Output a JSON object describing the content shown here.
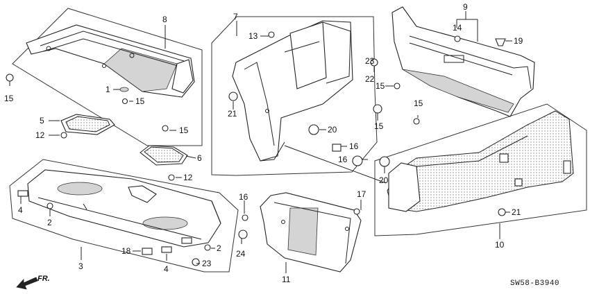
{
  "diagram_code": "SW58-B3940",
  "front_label": "FR.",
  "callouts": [
    {
      "id": "c8",
      "text": "8"
    },
    {
      "id": "c7",
      "text": "7"
    },
    {
      "id": "c9",
      "text": "9"
    },
    {
      "id": "c13",
      "text": "13"
    },
    {
      "id": "c14",
      "text": "14"
    },
    {
      "id": "c19",
      "text": "19"
    },
    {
      "id": "c15a",
      "text": "15"
    },
    {
      "id": "c1",
      "text": "1"
    },
    {
      "id": "c15b",
      "text": "15"
    },
    {
      "id": "c22",
      "text": "22"
    },
    {
      "id": "c23a",
      "text": "23"
    },
    {
      "id": "c15c",
      "text": "15"
    },
    {
      "id": "c15d",
      "text": "15"
    },
    {
      "id": "c21a",
      "text": "21"
    },
    {
      "id": "c15e",
      "text": "15"
    },
    {
      "id": "c5",
      "text": "5"
    },
    {
      "id": "c12a",
      "text": "12"
    },
    {
      "id": "c15f",
      "text": "15"
    },
    {
      "id": "c20a",
      "text": "20"
    },
    {
      "id": "c16a",
      "text": "16"
    },
    {
      "id": "c16b",
      "text": "16"
    },
    {
      "id": "c6",
      "text": "6"
    },
    {
      "id": "c20b",
      "text": "20"
    },
    {
      "id": "c12b",
      "text": "12"
    },
    {
      "id": "c17",
      "text": "17"
    },
    {
      "id": "c16c",
      "text": "16"
    },
    {
      "id": "c4a",
      "text": "4"
    },
    {
      "id": "c2a",
      "text": "2"
    },
    {
      "id": "c21b",
      "text": "21"
    },
    {
      "id": "c24",
      "text": "24"
    },
    {
      "id": "c10",
      "text": "10"
    },
    {
      "id": "c3",
      "text": "3"
    },
    {
      "id": "c2b",
      "text": "2"
    },
    {
      "id": "c18",
      "text": "18"
    },
    {
      "id": "c23b",
      "text": "23"
    },
    {
      "id": "c4b",
      "text": "4"
    },
    {
      "id": "c11",
      "text": "11"
    }
  ]
}
